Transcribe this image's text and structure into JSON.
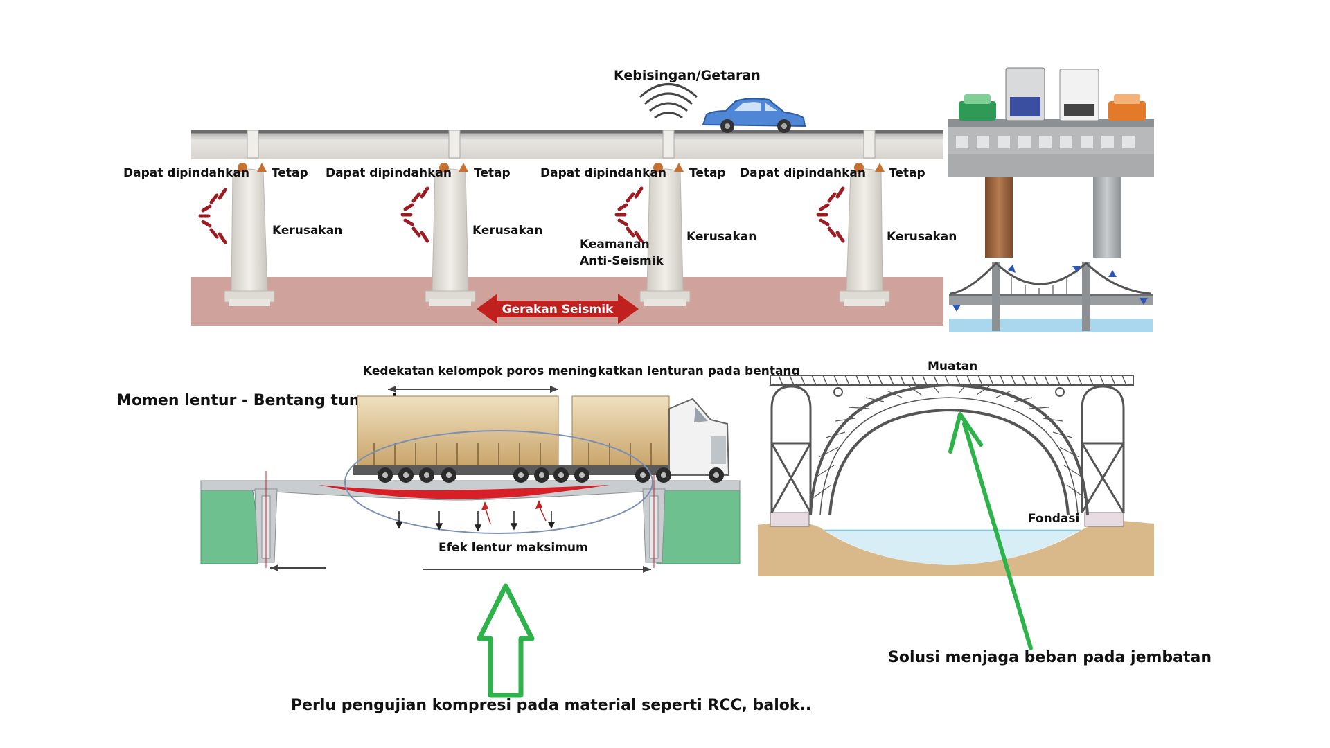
{
  "seismic_panel": {
    "noise_label": "Kebisingan/Getaran",
    "movable_label": "Dapat dipindahkan",
    "fixed_label": "Tetap",
    "damage_label": "Kerusakan",
    "safety_label_line1": "Keamanan",
    "safety_label_line2": "Anti-Seismik",
    "seismic_motion_label": "Gerakan Seismik"
  },
  "bending_panel": {
    "title": "Momen lentur - Bentang tunggal",
    "axle_note": "Kedekatan kelompok poros meningkatkan lenturan pada bentang",
    "max_effect_label": "Efek lentur maksimum",
    "compression_note": "Perlu pengujian kompresi pada material seperti RCC, balok.."
  },
  "arch_panel": {
    "load_label": "Muatan",
    "foundation_label": "Fondasi",
    "solution_note": "Solusi menjaga beban pada jembatan"
  },
  "colors": {
    "ground": "#cfa39c",
    "pier": "#e6e3dd",
    "damage": "#9b1c22",
    "seismic_arrow": "#c0211f",
    "abutment_green": "#6fc08f",
    "bending_red": "#d61f26",
    "green_arrow": "#2db34a",
    "arch_steel": "#555555",
    "soil": "#d9b989",
    "water": "#d7eef7"
  }
}
